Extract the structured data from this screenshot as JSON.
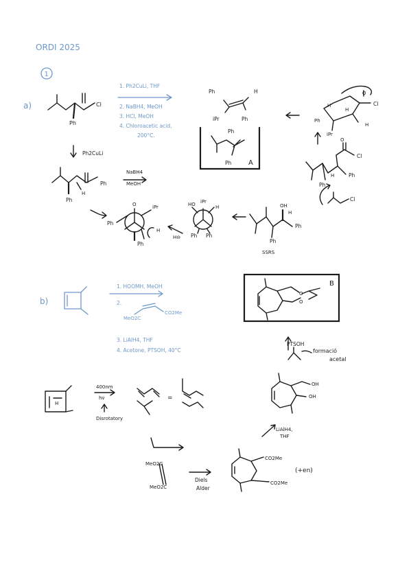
{
  "page": {
    "title": "ORDI 2025",
    "problem_number": "1"
  },
  "colors": {
    "pencil_blue": "#6f97c9",
    "ink_black": "#1a1a1a",
    "paper": "#ffffff"
  },
  "part_a": {
    "label": "a)",
    "conditions": [
      "1. Ph2CuLi, THF",
      "2. NaBH4, MeOH",
      "3. HCl, MeOH",
      "4. Chloroacetic acid,",
      "200°C."
    ],
    "step1_reagent": "Ph2CuLi",
    "step2_reagent_top": "NaBH4",
    "step2_reagent_bottom": "MeOH",
    "ketone": {
      "ph": "Ph",
      "cl": "Cl"
    },
    "ketone_product": {
      "ph_right": "Ph",
      "ph_below": "Ph",
      "h": "H"
    },
    "newman_left": {
      "o": "O",
      "ipr": "iPr",
      "ph_left": "Ph",
      "ph_below": "Ph",
      "h": "H"
    },
    "newman_right": {
      "ho": "HO",
      "ipr": "iPr",
      "h": "H",
      "ph_left": "Ph",
      "ph_right": "Ph"
    },
    "hydride": "H⊖",
    "alcohol": {
      "oh": "OH",
      "h": "H",
      "ph": "Ph",
      "ph_below": "Ph",
      "ratio_note": "SSRS"
    },
    "chloroacetyl_cl": "Cl",
    "ester": {
      "o": "O",
      "cl": "Cl",
      "h": "H",
      "ph": "Ph",
      "ph_below": "Ph"
    },
    "transition_state": {
      "o": "O",
      "cl": "Cl",
      "h1": "H",
      "h2": "H",
      "ph": "Ph",
      "ipr": "iPr",
      "h3": "H"
    },
    "alkene": {
      "ph1": "Ph",
      "h1": "H",
      "ipr": "iPr",
      "ph2": "Ph"
    },
    "answer": {
      "label": "A",
      "ph_top": "Ph",
      "ph_bottom": "Ph"
    }
  },
  "part_b": {
    "label": "b)",
    "conditions": [
      "1. HOOMH, MeOH",
      "2.",
      "3. LiAlH4, THF",
      "4. Acetone, PTSOH, 40°C"
    ],
    "dienophile_left": "MeO2C",
    "dienophile_right": "CO2Me",
    "cyclobutene_h": "H",
    "ring_opening_top": "400nm",
    "ring_opening_bottom": "hv",
    "disrotatory": "Disrotatory",
    "equals": "=",
    "diester_left_top": "MeO2C",
    "diester_left_bottom": "MeO2C",
    "diels_alder_1": "Diels",
    "diels_alder_2": "Alder",
    "cycloadduct_top": "CO2Me",
    "cycloadduct_bottom": "CO2Me",
    "enantiomer_note": "(+en)",
    "reduction_1": "LiAlH4,",
    "reduction_2": "THF",
    "diol_oh_top": "OH",
    "diol_oh_bottom": "OH",
    "acid": "PTSOH",
    "acetal_note_1": "formació",
    "acetal_note_2": "acetal",
    "answer": {
      "label": "B",
      "o_top": "O",
      "o_bottom": "O"
    }
  }
}
